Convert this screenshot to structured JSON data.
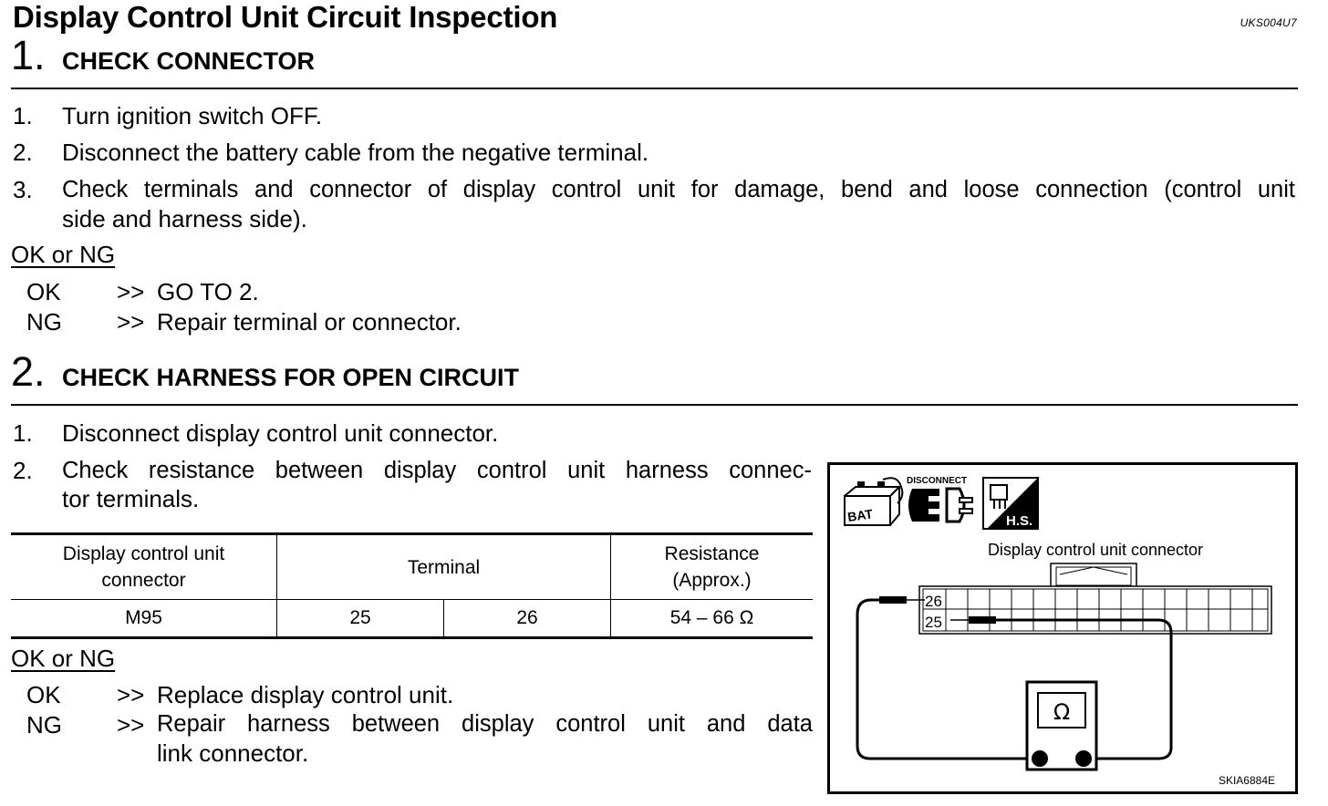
{
  "header": {
    "title": "Display Control Unit Circuit Inspection",
    "code": "UKS004U7"
  },
  "step1": {
    "number": "1.",
    "title": "CHECK CONNECTOR",
    "items": [
      {
        "n": "1.",
        "text": "Turn ignition switch OFF."
      },
      {
        "n": "2.",
        "text": "Disconnect the battery cable from the negative terminal."
      },
      {
        "n": "3.",
        "text": "Check terminals and connector of display control unit for damage, bend and loose connection (control unit",
        "text2": "side and harness side)."
      }
    ],
    "okng_label": "OK or NG",
    "results": [
      {
        "key": "OK",
        "arrow": ">>",
        "text": "GO TO 2."
      },
      {
        "key": "NG",
        "arrow": ">>",
        "text": "Repair terminal or connector."
      }
    ]
  },
  "step2": {
    "number": "2.",
    "title": "CHECK HARNESS FOR OPEN CIRCUIT",
    "items": [
      {
        "n": "1.",
        "text": "Disconnect display control unit connector."
      },
      {
        "n": "2.",
        "text": "Check resistance between display control unit harness connec-",
        "text2": "tor terminals."
      }
    ],
    "table": {
      "headers": {
        "connector_line1": "Display control unit",
        "connector_line2": "connector",
        "terminal": "Terminal",
        "resistance_line1": "Resistance",
        "resistance_line2": "(Approx.)"
      },
      "row": {
        "connector": "M95",
        "terminal_a": "25",
        "terminal_b": "26",
        "resistance": "54 – 66 Ω"
      }
    },
    "okng_label": "OK or NG",
    "results": [
      {
        "key": "OK",
        "arrow": ">>",
        "text": "Replace display control unit."
      },
      {
        "key": "NG",
        "arrow": ">>",
        "text": "Repair harness between display control unit and data",
        "text2": "link connector."
      }
    ]
  },
  "diagram": {
    "icon_bat_label": "BAT",
    "icon_disconnect_label": "DISCONNECT",
    "icon_hs_label": "H.S.",
    "connector_caption": "Display control unit connector",
    "pin_top": "26",
    "pin_bottom": "25",
    "meter_symbol": "Ω",
    "figure_code": "SKIA6884E"
  }
}
